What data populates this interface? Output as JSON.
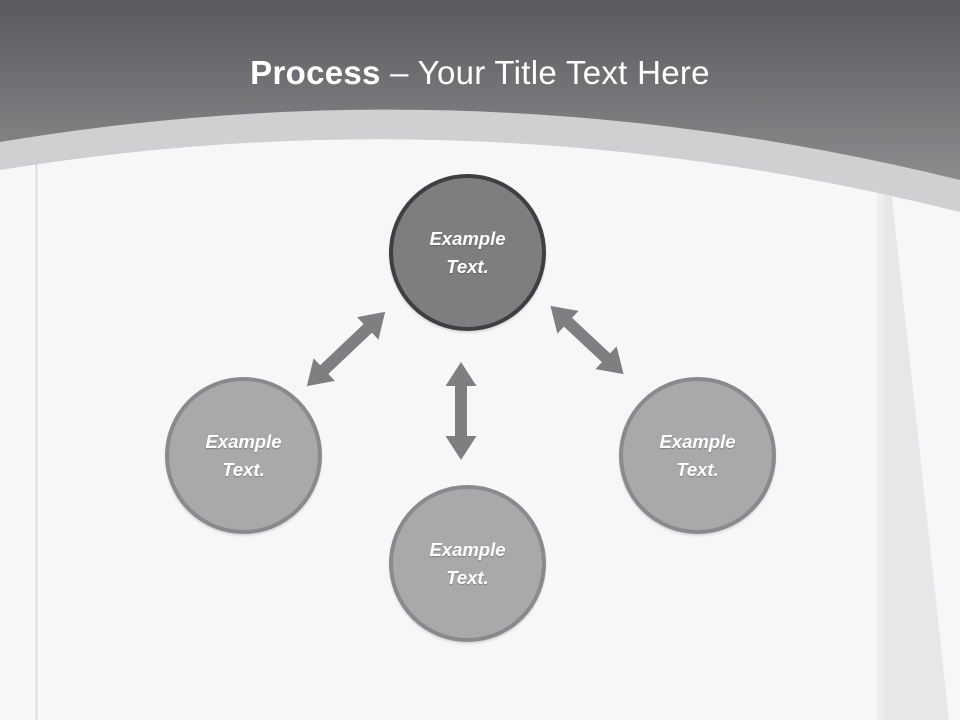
{
  "slide": {
    "title": {
      "emphasis": "Process",
      "rest": "– Your Title Text Here"
    }
  },
  "diagram": {
    "nodes": [
      {
        "id": "top",
        "line1": "Example",
        "line2": "Text.",
        "emphasized": true
      },
      {
        "id": "left",
        "line1": "Example",
        "line2": "Text.",
        "emphasized": false
      },
      {
        "id": "right",
        "line1": "Example",
        "line2": "Text.",
        "emphasized": false
      },
      {
        "id": "bottom",
        "line1": "Example",
        "line2": "Text.",
        "emphasized": false
      }
    ],
    "connections": [
      {
        "from": "top",
        "to": "left",
        "type": "double-arrow"
      },
      {
        "from": "top",
        "to": "bottom",
        "type": "double-arrow"
      },
      {
        "from": "top",
        "to": "right",
        "type": "double-arrow"
      }
    ]
  },
  "colors": {
    "header_gradient_top": "#5a5a5e",
    "header_gradient_bottom": "#8c8c8f",
    "header_band": "#d0d0d2",
    "canvas": "#f7f7f8",
    "primary_node_fill": "#7e7e81",
    "primary_node_border": "#3f3f42",
    "secondary_node_fill": "#a9a9ac",
    "secondary_node_border": "#8a8a8d",
    "arrow": "#7f7f82",
    "title_text": "#ffffff",
    "node_text": "#ffffff"
  }
}
